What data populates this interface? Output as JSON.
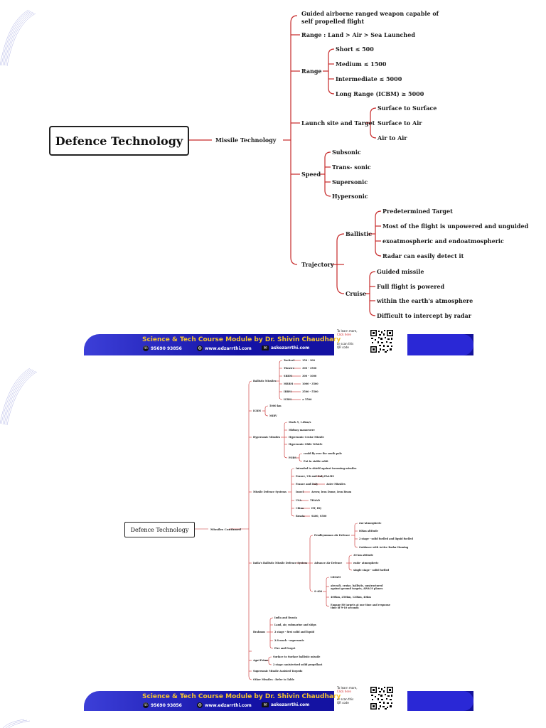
{
  "colors": {
    "branch": "#c62828",
    "banner_start": "#3c3fd8",
    "banner_end": "#13119a",
    "banner_text": "#f6c42f",
    "accent_blue": "#2a28d6",
    "link": "#d32f2f"
  },
  "page1": {
    "root": "Defence Technology",
    "hub": "Missile Technology",
    "def": "Guided airborne ranged weapon capable of self propelled flight",
    "def_l1": "Guided airborne ranged weapon capable of",
    "def_l2": "self propelled flight",
    "range_launch": "Range : Land > Air > Sea Launched",
    "range": {
      "label": "Range",
      "items": [
        "Short ≤ 500",
        "Medium ≤ 1500",
        "Intermediate ≤ 5000",
        "Long Range (ICBM) ≥ 5000"
      ]
    },
    "launch": {
      "label": "Launch site and Target",
      "items": [
        "Surface to Surface",
        "Surface to Air",
        "Air to Air"
      ]
    },
    "speed": {
      "label": "Speed",
      "items": [
        "Subsonic",
        "Trans- sonic",
        "Supersonic",
        "Hypersonic"
      ]
    },
    "trajectory": {
      "label": "Trajectory",
      "ballistic": {
        "label": "Ballistic",
        "items": [
          "Predetermined Target",
          "Most of the flight is unpowered and unguided",
          "exoatmospheric and endoatmospheric",
          "Radar can easily detect it"
        ]
      },
      "cruise": {
        "label": "Cruise",
        "items": [
          "Guided missile",
          "Full flight is powered",
          "within the earth's atmosphere",
          "Difficult to intercept by radar"
        ]
      }
    }
  },
  "banner": {
    "title": "Science & Tech Course Module by Dr. Shivin Chaudhary",
    "phone": "95690 93856",
    "web": "www.edzarrthi.com",
    "email": "askezarrthi.com",
    "qr_l1": "To learn more,",
    "qr_link": "Click here",
    "qr_l3": "or scan this",
    "qr_l4": "QR code",
    "qr_icon": "qr-code-icon",
    "phone_icon": "phone-icon",
    "web_icon": "globe-icon",
    "mail_icon": "mail-icon"
  },
  "page2": {
    "root": "Defence Technology",
    "hub": "Missiles Continued",
    "ballistic": {
      "label": "Ballistic Missiles",
      "items": [
        {
          "name": "Tactical",
          "val": "150 - 300"
        },
        {
          "name": "Theatre",
          "val": "300 - 3500"
        },
        {
          "name": "SRBM",
          "val": "300 - 1000"
        },
        {
          "name": "MRBM",
          "val": "1000 - 3500"
        },
        {
          "name": "IRBM",
          "val": "3500 - 5500"
        },
        {
          "name": "ICBM",
          "val": "≥ 5500"
        }
      ]
    },
    "icbm": {
      "label": "ICBM",
      "items": [
        "5000 km",
        "MIRV"
      ]
    },
    "hypersonic": {
      "label": "Hypersonic Missiles",
      "items": [
        "Mach 5, 1.6km/s",
        "Midway manoeuvre",
        "Hypersonic Cruise Missile",
        "Hypersonic Glide Vehicle"
      ],
      "fobs": {
        "label": "FOBS",
        "items": [
          "could fly over the south pole",
          "Put in stable orbit"
        ]
      }
    },
    "mds": {
      "label": "Missile Defence Systems",
      "items": [
        {
          "name": "Intended to shield against incoming missiles",
          "val": ""
        },
        {
          "name": "France, UK and Italy",
          "val": "PAAMS"
        },
        {
          "name": "France and Italy",
          "val": "Aster Missiles"
        },
        {
          "name": "Israel",
          "val": "Arrow, Iron Dome, Iron Beam"
        },
        {
          "name": "USA",
          "val": "THAAD"
        },
        {
          "name": "China",
          "val": "HT, HQ"
        },
        {
          "name": "Russia",
          "val": "S400, S500"
        }
      ]
    },
    "bmd": {
      "label": "India's Ballistic Missile Defence System",
      "pad": {
        "label": "Prudhyumnan Air Defence",
        "items": [
          "exo-atmospheric",
          "80km altitude",
          "2 stage - solid fuelled and liquid fuelled",
          "Guidance with Active Radar Homing"
        ]
      },
      "aad": {
        "label": "Advance Air Defence",
        "items": [
          "30 km altitude",
          "endo- atmospheric",
          "single stage - solid fuelled"
        ]
      },
      "s400": {
        "label": "S-400",
        "items": [
          "LRSAM",
          "aircraft, cruise, ballistic, unstructured against ground targets, AWACS planes",
          "400km, 250km, 120km, 40km",
          "Engage 80 targets at one time and response time of 9-10 seconds"
        ]
      }
    },
    "brahmos": {
      "label": "Brahmos",
      "items": [
        "India and Russia",
        "Land, air, submarine and ships",
        "2 stage - first solid and liquid",
        "2.8 mach - supersonic",
        "Fire and Forget"
      ]
    },
    "agni": {
      "label": "Agni Prime",
      "items": [
        "Surface to Surface ballistic missile",
        "2 stage canisterised solid propellant"
      ]
    },
    "torpedo": "Supersonic Missile Assisted Torpedo",
    "other": "Other Missiles : Refer to Table"
  }
}
